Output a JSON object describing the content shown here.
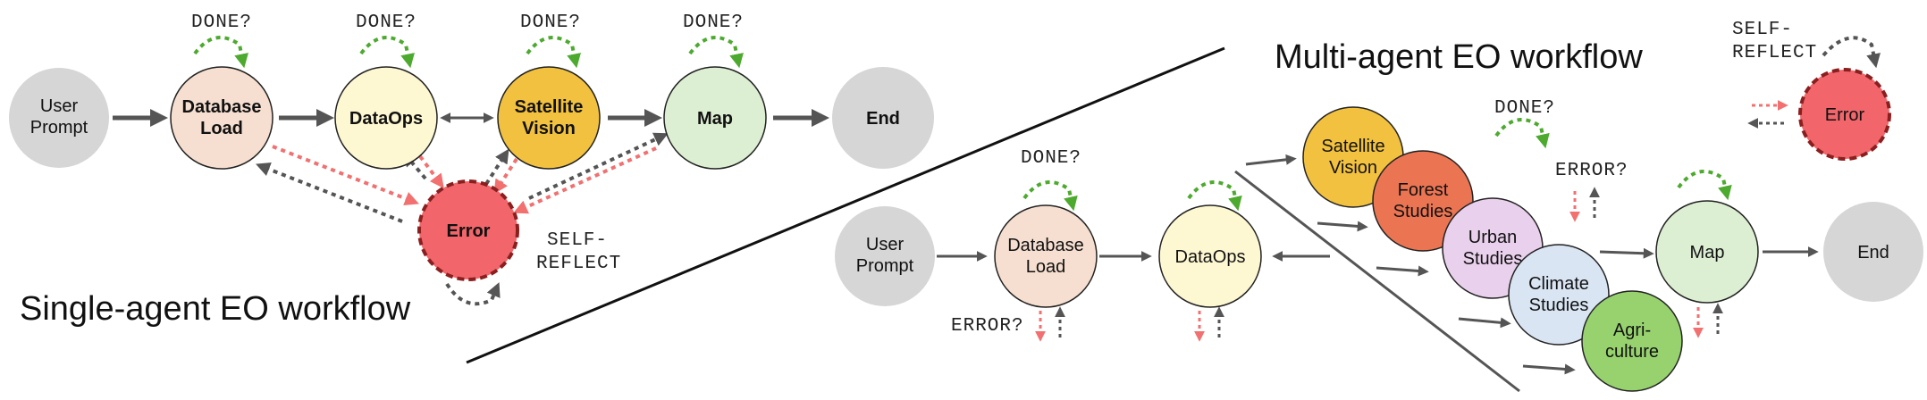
{
  "titles": {
    "single": "Single-agent EO workflow",
    "multi": "Multi-agent EO workflow"
  },
  "single_agent": {
    "user_prompt": [
      "User",
      "Prompt"
    ],
    "database_load": [
      "Database",
      "Load"
    ],
    "dataops": "DataOps",
    "satellite_vision": [
      "Satellite",
      "Vision"
    ],
    "map": "Map",
    "end": "End",
    "error": "Error",
    "done_label": "DONE?",
    "self_reflect": [
      "SELF-",
      "REFLECT"
    ]
  },
  "multi_agent": {
    "user_prompt": [
      "User",
      "Prompt"
    ],
    "database_load": [
      "Database",
      "Load"
    ],
    "dataops": "DataOps",
    "satellite_vision": [
      "Satellite",
      "Vision"
    ],
    "forest_studies": [
      "Forest",
      "Studies"
    ],
    "urban_studies": [
      "Urban",
      "Studies"
    ],
    "climate_studies": [
      "Climate",
      "Studies"
    ],
    "agriculture": [
      "Agri-",
      "culture"
    ],
    "map": "Map",
    "end": "End",
    "done_label": "DONE?",
    "error_label": "ERROR?"
  },
  "legend": {
    "self_reflect": [
      "SELF-",
      "REFLECT"
    ],
    "error": "Error"
  },
  "colors": {
    "gray_node": "#d6d6d6",
    "database": "#f6dfd0",
    "dataops": "#fdf8d2",
    "satellite": "#f2c13f",
    "map": "#ddefd3",
    "error": "#f2666b",
    "forest": "#eb7553",
    "urban": "#e9d0ec",
    "climate": "#d9e5f3",
    "agriculture": "#97d26f",
    "arrow_dark": "#555555",
    "arrow_green": "#4daa2f",
    "arrow_red": "#f27070"
  }
}
